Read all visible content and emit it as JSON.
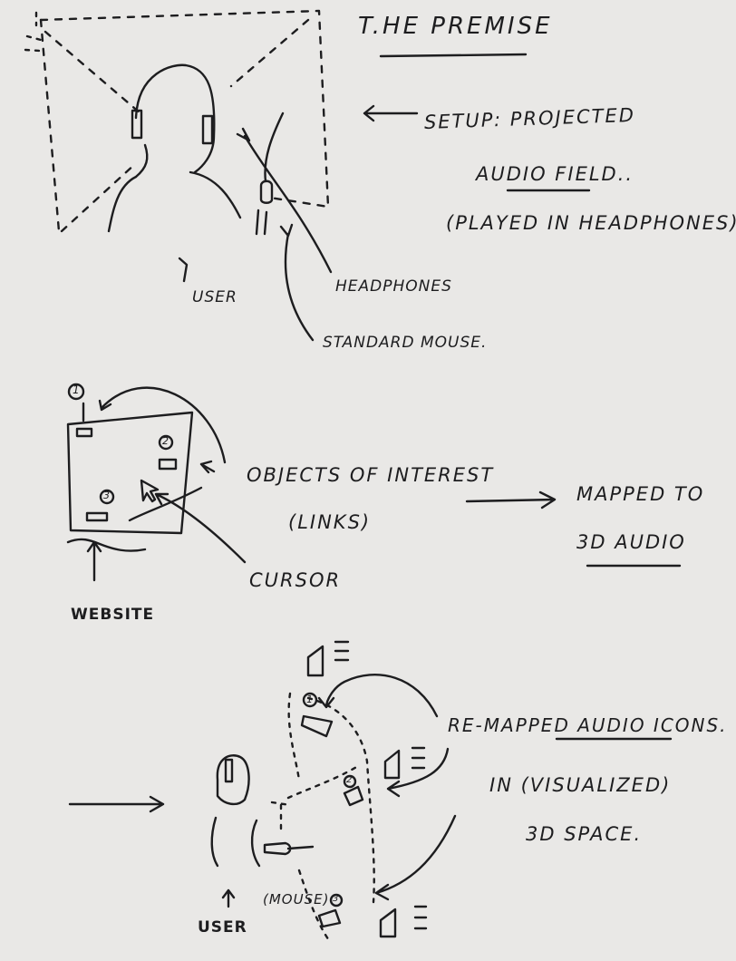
{
  "title": "T.HE PREMISE",
  "panel1": {
    "setup_line1": "SETUP: PROJECTED",
    "setup_line2": "AUDIO FIELD..",
    "setup_line3": "(PLAYED IN HEADPHONES).",
    "user_label": "USER",
    "headphones_label": "HEADPHONES",
    "mouse_label": "STANDARD MOUSE."
  },
  "panel2": {
    "marker_1": "1",
    "marker_2": "2",
    "marker_3": "3",
    "objects_line1": "OBJECTS OF INTEREST",
    "objects_line2": "(LINKS)",
    "mapped_line1": "MAPPED TO",
    "mapped_line2": "3D AUDIO",
    "cursor_label": "CURSOR",
    "website_label": "WEBSITE"
  },
  "panel3": {
    "remapped_line1": "RE-MAPPED AUDIO ICONS.",
    "remapped_line2": "IN (VISUALIZED)",
    "remapped_line3": "3D SPACE.",
    "user_label": "USER",
    "mouse_label": "(MOUSE)",
    "marker_1": "1",
    "marker_2": "2",
    "marker_3": "3"
  },
  "colors": {
    "paper": "#e9e8e6",
    "ink": "#1d1d1f"
  }
}
